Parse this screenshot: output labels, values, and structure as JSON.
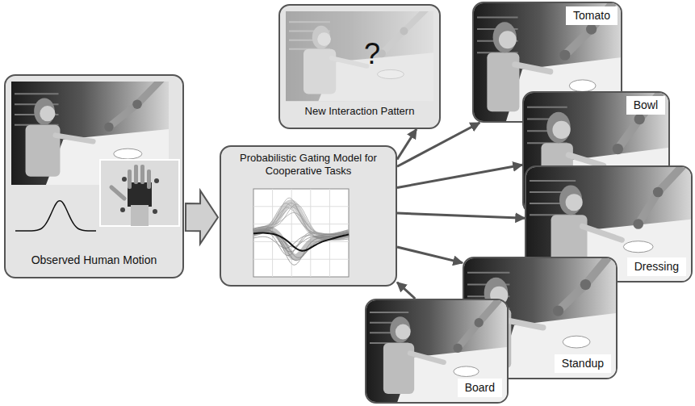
{
  "diagram": {
    "nodes": [
      {
        "text": [
          "Observed Human Motion"
        ]
      },
      {
        "text": [
          "Probabilistic Gating Model for Cooperative Tasks"
        ]
      },
      {
        "text": [
          "New Interaction Pattern"
        ]
      },
      {
        "text": [
          "Tomato"
        ]
      },
      {
        "text": [
          "Bowl"
        ]
      },
      {
        "text": [
          "Dressing"
        ]
      },
      {
        "text": [
          "Standup"
        ]
      },
      {
        "text": [
          "Board"
        ]
      }
    ],
    "edges": [
      {
        "from": 0,
        "to": 1,
        "arrow": "to"
      },
      {
        "from": 1,
        "to": 2,
        "arrow": "to"
      },
      {
        "from": 1,
        "to": 3,
        "arrow": "to"
      },
      {
        "from": 1,
        "to": 4,
        "arrow": "to"
      },
      {
        "from": 1,
        "to": 5,
        "arrow": "to"
      },
      {
        "from": 1,
        "to": 6,
        "arrow": "to"
      },
      {
        "from": 7,
        "to": 1,
        "arrow": "to"
      }
    ],
    "labels": [
      "?"
    ]
  }
}
